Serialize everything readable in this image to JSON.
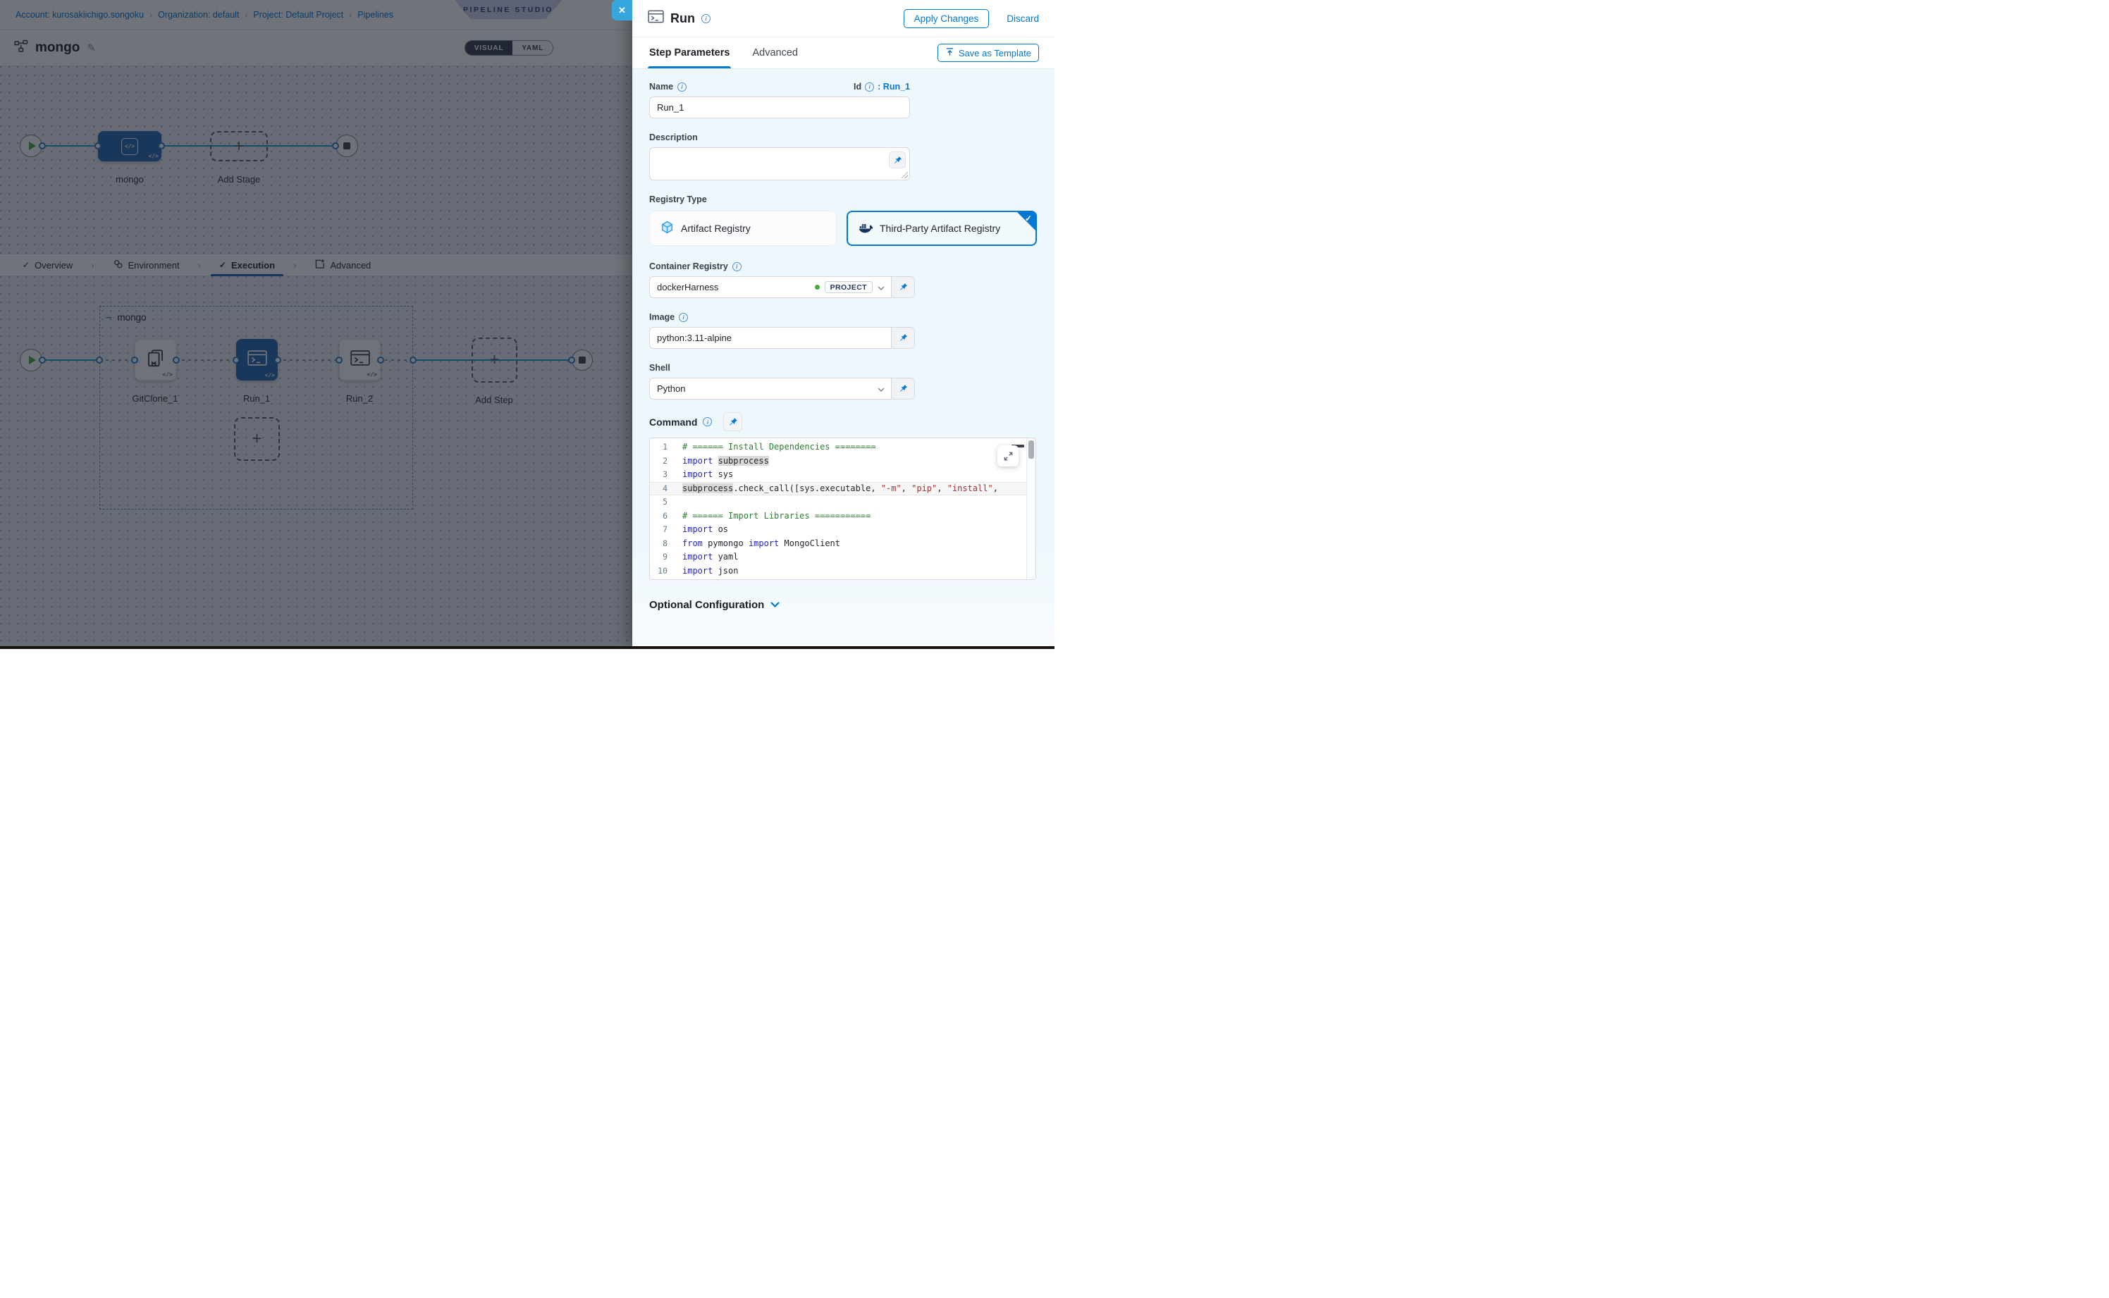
{
  "icons": {
    "close": "✕",
    "chevron_sep": "›",
    "check": "✓",
    "plus": "+",
    "minus": "–",
    "code_badge": "</>",
    "info": "i"
  },
  "colors": {
    "primary": "#0278d5",
    "node_blue": "#2766b1",
    "connector_teal": "#12a3cf",
    "success_green": "#42ab45"
  },
  "breadcrumb": {
    "items": [
      "Account: kurosakiichigo.songoku",
      "Organization: default",
      "Project: Default Project",
      "Pipelines"
    ]
  },
  "studio_badge": "PIPELINE STUDIO",
  "pipeline_header": {
    "title": "mongo",
    "view_visual": "VISUAL",
    "view_yaml": "YAML",
    "active_view": "VISUAL"
  },
  "stage_graph": {
    "stage_label": "mongo",
    "add_stage_label": "Add Stage"
  },
  "stage_tabs": {
    "overview": "Overview",
    "environment": "Environment",
    "execution": "Execution",
    "advanced": "Advanced",
    "active": "Execution"
  },
  "execution_graph": {
    "group_label": "mongo",
    "step1": "GitClone_1",
    "step2": "Run_1",
    "step3": "Run_2",
    "add_step_label": "Add Step",
    "selected_step": "Run_1"
  },
  "panel": {
    "title": "Run",
    "apply_label": "Apply Changes",
    "discard_label": "Discard",
    "tab_step_parameters": "Step Parameters",
    "tab_advanced": "Advanced",
    "save_template_label": "Save as Template",
    "name": {
      "label": "Name",
      "value": "Run_1"
    },
    "id": {
      "label": "Id",
      "value": ": Run_1"
    },
    "description": {
      "label": "Description",
      "value": ""
    },
    "registry_type": {
      "label": "Registry Type",
      "option1": "Artifact Registry",
      "option2": "Third-Party Artifact Registry",
      "selected": "Third-Party Artifact Registry"
    },
    "container_registry": {
      "label": "Container Registry",
      "value": "dockerHarness",
      "scope": "PROJECT"
    },
    "image": {
      "label": "Image",
      "value": "python:3.11-alpine"
    },
    "shell": {
      "label": "Shell",
      "value": "Python"
    },
    "command": {
      "label": "Command"
    },
    "command_code": {
      "lines": [
        {
          "n": "1",
          "tokens": [
            {
              "t": "# ====== Install Dependencies ========",
              "c": "cm"
            }
          ]
        },
        {
          "n": "2",
          "tokens": [
            {
              "t": "import",
              "c": "kw"
            },
            {
              "t": " ",
              "c": "pl"
            },
            {
              "t": "subprocess",
              "c": "pl hl"
            }
          ]
        },
        {
          "n": "3",
          "tokens": [
            {
              "t": "import",
              "c": "kw"
            },
            {
              "t": " sys",
              "c": "pl"
            }
          ]
        },
        {
          "n": "4",
          "active": true,
          "tokens": [
            {
              "t": "subprocess",
              "c": "pl hl"
            },
            {
              "t": ".check_call([sys.executable, ",
              "c": "pl"
            },
            {
              "t": "\"-m\"",
              "c": "st"
            },
            {
              "t": ", ",
              "c": "pl"
            },
            {
              "t": "\"pip\"",
              "c": "st"
            },
            {
              "t": ", ",
              "c": "pl"
            },
            {
              "t": "\"install\"",
              "c": "st"
            },
            {
              "t": ",",
              "c": "pl"
            }
          ]
        },
        {
          "n": "5",
          "tokens": []
        },
        {
          "n": "6",
          "tokens": [
            {
              "t": "# ====== Import Libraries ===========",
              "c": "cm"
            }
          ]
        },
        {
          "n": "7",
          "tokens": [
            {
              "t": "import",
              "c": "kw"
            },
            {
              "t": " os",
              "c": "pl"
            }
          ]
        },
        {
          "n": "8",
          "tokens": [
            {
              "t": "from",
              "c": "kw"
            },
            {
              "t": " pymongo ",
              "c": "pl"
            },
            {
              "t": "import",
              "c": "kw"
            },
            {
              "t": " MongoClient",
              "c": "pl"
            }
          ]
        },
        {
          "n": "9",
          "tokens": [
            {
              "t": "import",
              "c": "kw"
            },
            {
              "t": " yaml",
              "c": "pl"
            }
          ]
        },
        {
          "n": "10",
          "tokens": [
            {
              "t": "import",
              "c": "kw"
            },
            {
              "t": " json",
              "c": "pl"
            }
          ]
        }
      ]
    },
    "optional_configuration_label": "Optional Configuration"
  }
}
